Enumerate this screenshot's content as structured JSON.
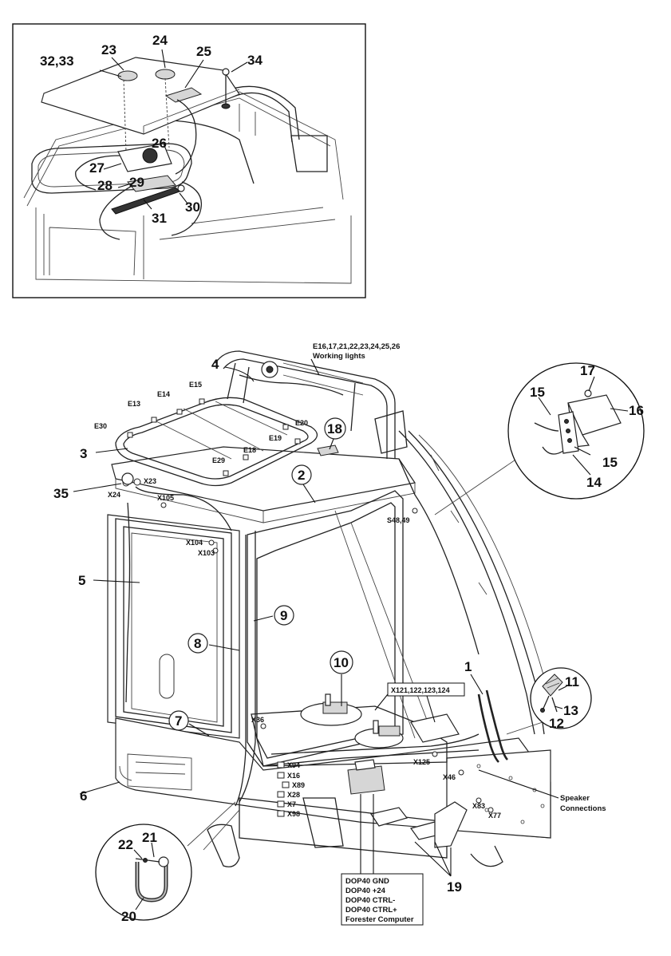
{
  "inset_callouts": {
    "c32_33": "32,33",
    "c23": "23",
    "c24": "24",
    "c25": "25",
    "c34": "34",
    "c26": "26",
    "c27": "27",
    "c28": "28",
    "c29": "29",
    "c30": "30",
    "c31": "31"
  },
  "main_callouts": {
    "c1": "1",
    "c2": "2",
    "c3": "3",
    "c4": "4",
    "c5": "5",
    "c6": "6",
    "c7": "7",
    "c8": "8",
    "c9": "9",
    "c10": "10",
    "c18": "18",
    "c19": "19",
    "c35": "35"
  },
  "detail_callouts": {
    "c14": "14",
    "c15a": "15",
    "c15b": "15",
    "c16": "16",
    "c17": "17",
    "c11": "11",
    "c12": "12",
    "c13": "13",
    "c20": "20",
    "c21": "21",
    "c22": "22"
  },
  "working_lights_label": {
    "line1": "E16,17,21,22,23,24,25,26",
    "line2": "Working lights"
  },
  "lamps": {
    "e30": "E30",
    "e13": "E13",
    "e14": "E14",
    "e15": "E15",
    "e20": "E20",
    "e19": "E19",
    "e18": "E18",
    "e29": "E29"
  },
  "connectors": {
    "x23": "X23",
    "x24": "X24",
    "x105": "X105",
    "x104": "X104",
    "x103": "X103",
    "s48_49": "S48,49",
    "x36": "X36",
    "x125": "X125",
    "x46": "X46",
    "x83": "X83",
    "x77": "X77",
    "x94": "X94",
    "x16": "X16",
    "x89": "X89",
    "x28": "X28",
    "x7": "X7",
    "x98": "X98"
  },
  "x121_box": "X121,122,123,124",
  "speaker_label": {
    "line1": "Speaker",
    "line2": "Connections"
  },
  "dop_box": {
    "line1": "DOP40 GND",
    "line2": "DOP40 +24",
    "line3": "DOP40 CTRL-",
    "line4": "DOP40 CTRL+",
    "line5": "Forester Computer"
  }
}
